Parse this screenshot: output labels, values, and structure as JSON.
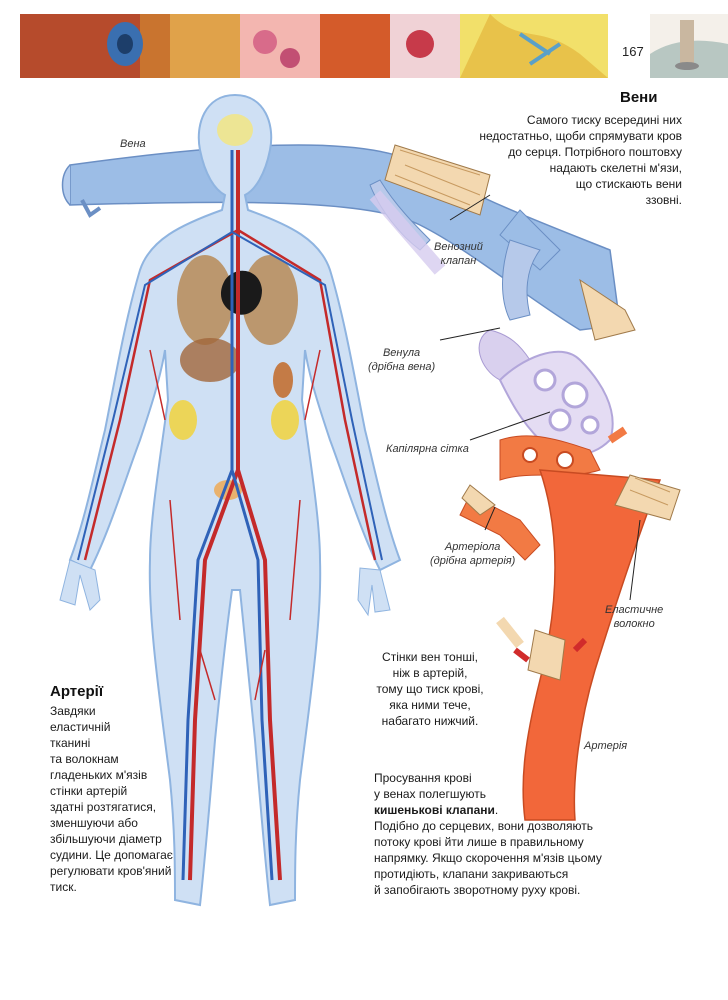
{
  "header": {
    "page_number": "167"
  },
  "labels": {
    "vein": "Вена",
    "venous_valve": [
      "Венозний",
      "клапан"
    ],
    "venule": [
      "Венула",
      "(дрібна вена)"
    ],
    "capillary_network": "Капілярна сітка",
    "arteriole": [
      "Артеріола",
      "(дрібна артерія)"
    ],
    "elastic_fiber": [
      "Еластичне",
      "волокно"
    ],
    "artery": "Артерія"
  },
  "veins": {
    "title": "Вени",
    "text_lines": [
      "Самого тиску всередині них",
      "недостатньо, щоби спрямувати кров",
      "до серця. Потрібного поштовху",
      "надають скелетні м'язи,",
      "що стискають вени",
      "ззовні."
    ]
  },
  "wall_note": {
    "text_lines": [
      "Стінки вен тонші,",
      "ніж в артерій,",
      "тому що тиск крові,",
      "яка ними тече,",
      "набагато нижчий."
    ]
  },
  "valves_note": {
    "lines_before": [
      "Просування крові",
      "у венах полегшують"
    ],
    "bold_line": "кишенькові клапани",
    "bold_suffix": ".",
    "lines_after": [
      "Подібно до серцевих, вони дозволяють",
      "потоку крові йти лише в правильному",
      "напрямку. Якщо скорочення м'язів цьому",
      "протидіють, клапани закриваються",
      "й запобігають зворотному руху крові."
    ]
  },
  "arteries": {
    "title": "Артерії",
    "text_lines": [
      "Завдяки",
      "еластичній",
      "тканині",
      "та волокнам",
      "гладеньких м'язів",
      "стінки артерій",
      "здатні розтягатися,",
      "зменшуючи або",
      "збільшуючи діаметр",
      "судини. Це допомагає",
      "регулювати кров'яний",
      "тиск."
    ]
  },
  "colors": {
    "vein_blue": "#8fb4e0",
    "artery_red": "#e85a33",
    "capillary": "#ddd4ee",
    "body_fill": "#cfe0f4"
  }
}
